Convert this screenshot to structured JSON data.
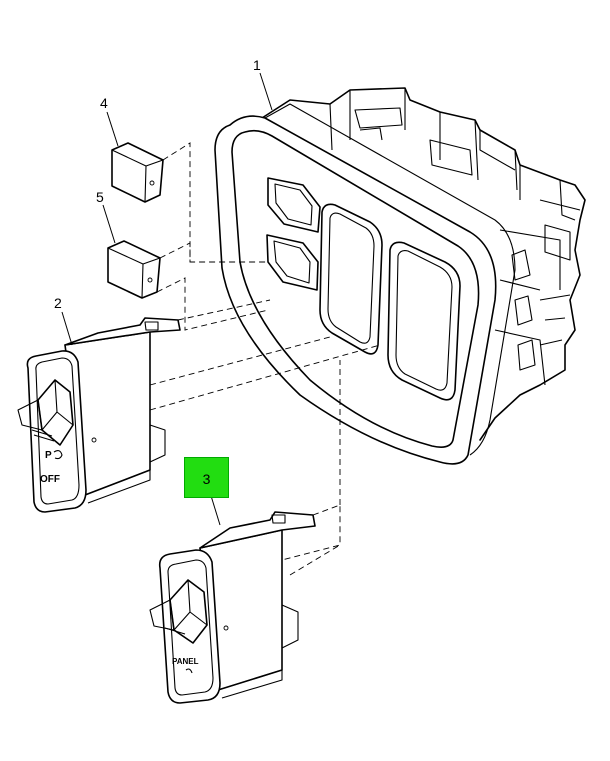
{
  "callouts": {
    "c1": "1",
    "c2": "2",
    "c3": "3",
    "c4": "4",
    "c5": "5"
  },
  "switch_labels": {
    "switch2_top": "P",
    "switch2_bottom": "OFF",
    "switch3_bottom": "PANEL"
  },
  "colors": {
    "highlight": "#22dd11",
    "line": "#000000",
    "background": "#ffffff"
  }
}
